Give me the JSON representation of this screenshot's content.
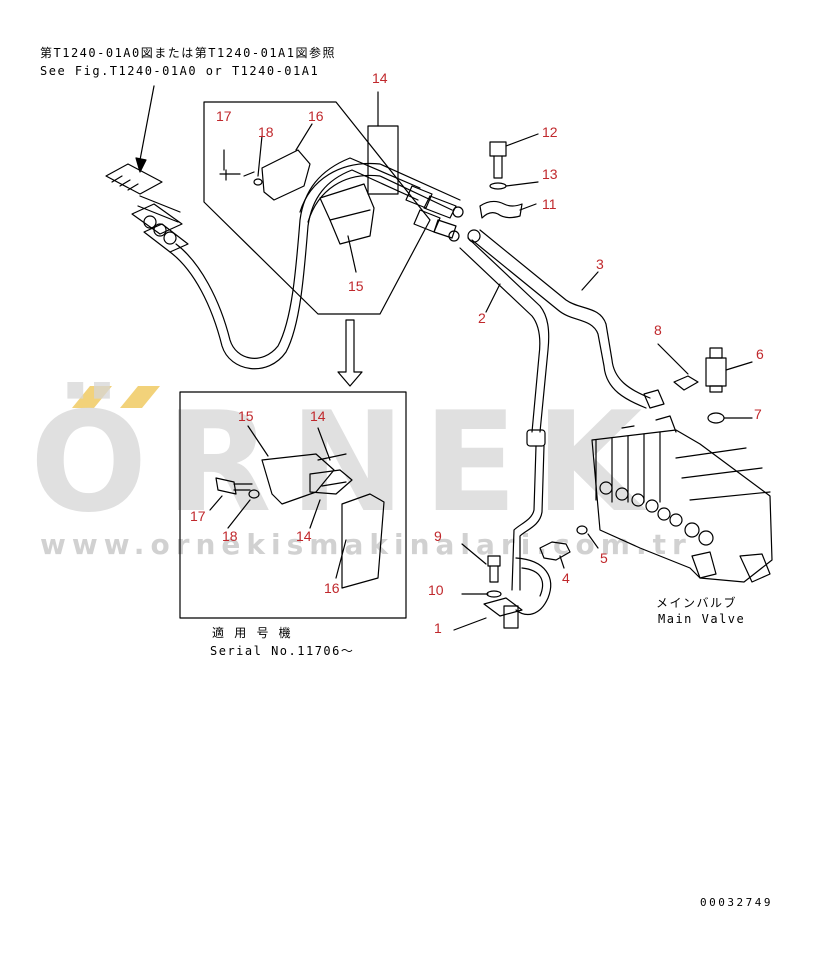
{
  "header": {
    "ref_jp": "第T1240-01A0図または第T1240-01A1図参照",
    "ref_en": "See Fig.T1240-01A0 or T1240-01A1"
  },
  "inset": {
    "applicable_jp": "適 用 号 機",
    "serial": "Serial No.11706～"
  },
  "main_valve": {
    "label_jp": "メインバルブ",
    "label_en": "Main Valve"
  },
  "drawing_number": "00032749",
  "watermark": {
    "brand": "ÖRNEK",
    "url": "www.ornekismakinalari.com.tr"
  },
  "callouts": {
    "c1": "1",
    "c2": "2",
    "c3": "3",
    "c4": "4",
    "c5": "5",
    "c6": "6",
    "c7": "7",
    "c8": "8",
    "c9": "9",
    "c10": "10",
    "c11": "11",
    "c12": "12",
    "c13": "13",
    "c14_top": "14",
    "c17_upper": "17",
    "c18_upper": "18",
    "c16_upper": "16",
    "c15_upper": "15",
    "c15_lower": "15",
    "c14_lower_a": "14",
    "c17_lower": "17",
    "c18_lower": "18",
    "c14_lower_b": "14",
    "c16_lower": "16"
  },
  "colors": {
    "line": "#000000",
    "callout": "#c0282c",
    "watermark_gray": "#d6d6d6",
    "watermark_gold": "#f2d27a"
  }
}
